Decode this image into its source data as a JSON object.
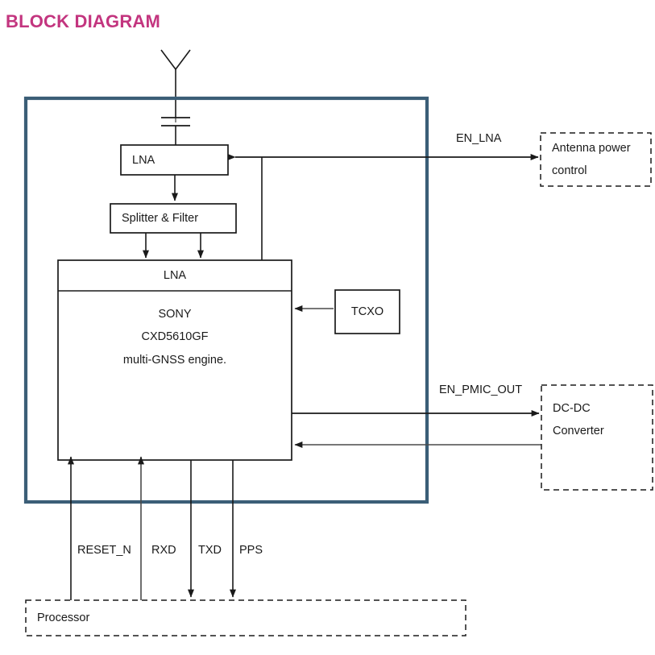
{
  "page": {
    "title": "BLOCK DIAGRAM",
    "title_color": "#c3357f",
    "module_border_color": "#3b5e77",
    "line_color": "#1a1a1a",
    "background": "#ffffff"
  },
  "blocks": {
    "antenna": {
      "name": "antenna",
      "label": ""
    },
    "dc_block_cap": {
      "name": "capacitor",
      "label": ""
    },
    "front_end_lna": {
      "label": "LNA"
    },
    "splitter_filter": {
      "label": "Splitter & Filter"
    },
    "gnss_chip": {
      "header_label": "LNA",
      "line1": "SONY",
      "line2": "CXD5610GF",
      "line3": "multi-GNSS engine."
    },
    "tcxo": {
      "label": "TCXO"
    },
    "antenna_power_control": {
      "line1": "Antenna power",
      "line2": "control"
    },
    "dcdc_converter": {
      "line1": "DC-DC",
      "line2": "Converter"
    },
    "processor": {
      "label": "Processor"
    }
  },
  "signals": {
    "en_lna": "EN_LNA",
    "en_pmic_out": "EN_PMIC_OUT",
    "reset_n": "RESET_N",
    "rxd": "RXD",
    "txd": "TXD",
    "pps": "PPS"
  }
}
